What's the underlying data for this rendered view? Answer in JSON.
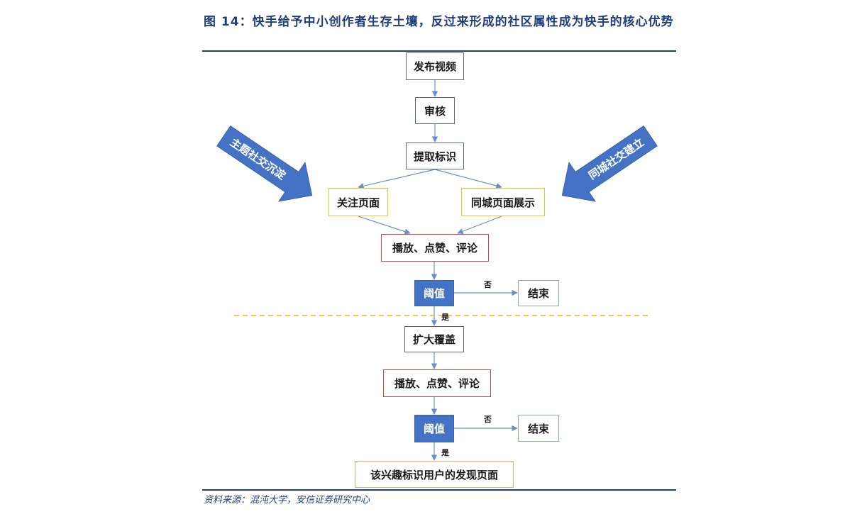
{
  "figure": {
    "title": "图 14：快手给予中小创作者生存土壤，反过来形成的社区属性成为快手的核心优势",
    "source": "资料来源：混沌大学，安信证券研究中心"
  },
  "flow": {
    "nodes": {
      "publish": "发布视频",
      "review": "审核",
      "extract": "提取标识",
      "follow_page": "关注页面",
      "local_page": "同城页面展示",
      "engage_1": "播放、点赞、评论",
      "threshold_1": "阈值",
      "end_1": "结束",
      "expand": "扩大覆盖",
      "engage_2": "播放、点赞、评论",
      "threshold_2": "阈值",
      "end_2": "结束",
      "discover": "该兴趣标识用户的发现页面"
    },
    "edge_labels": {
      "no_1": "否",
      "yes_1": "是",
      "no_2": "否",
      "yes_2": "是"
    },
    "side_arrows": {
      "left": "主题社交沉淀",
      "right": "同城社交建立"
    }
  },
  "colors": {
    "title_blue": "#1f3f7a",
    "box_blue": "#4472c4",
    "connector": "#6a8fc8",
    "dashed_line": "#f0b020"
  }
}
